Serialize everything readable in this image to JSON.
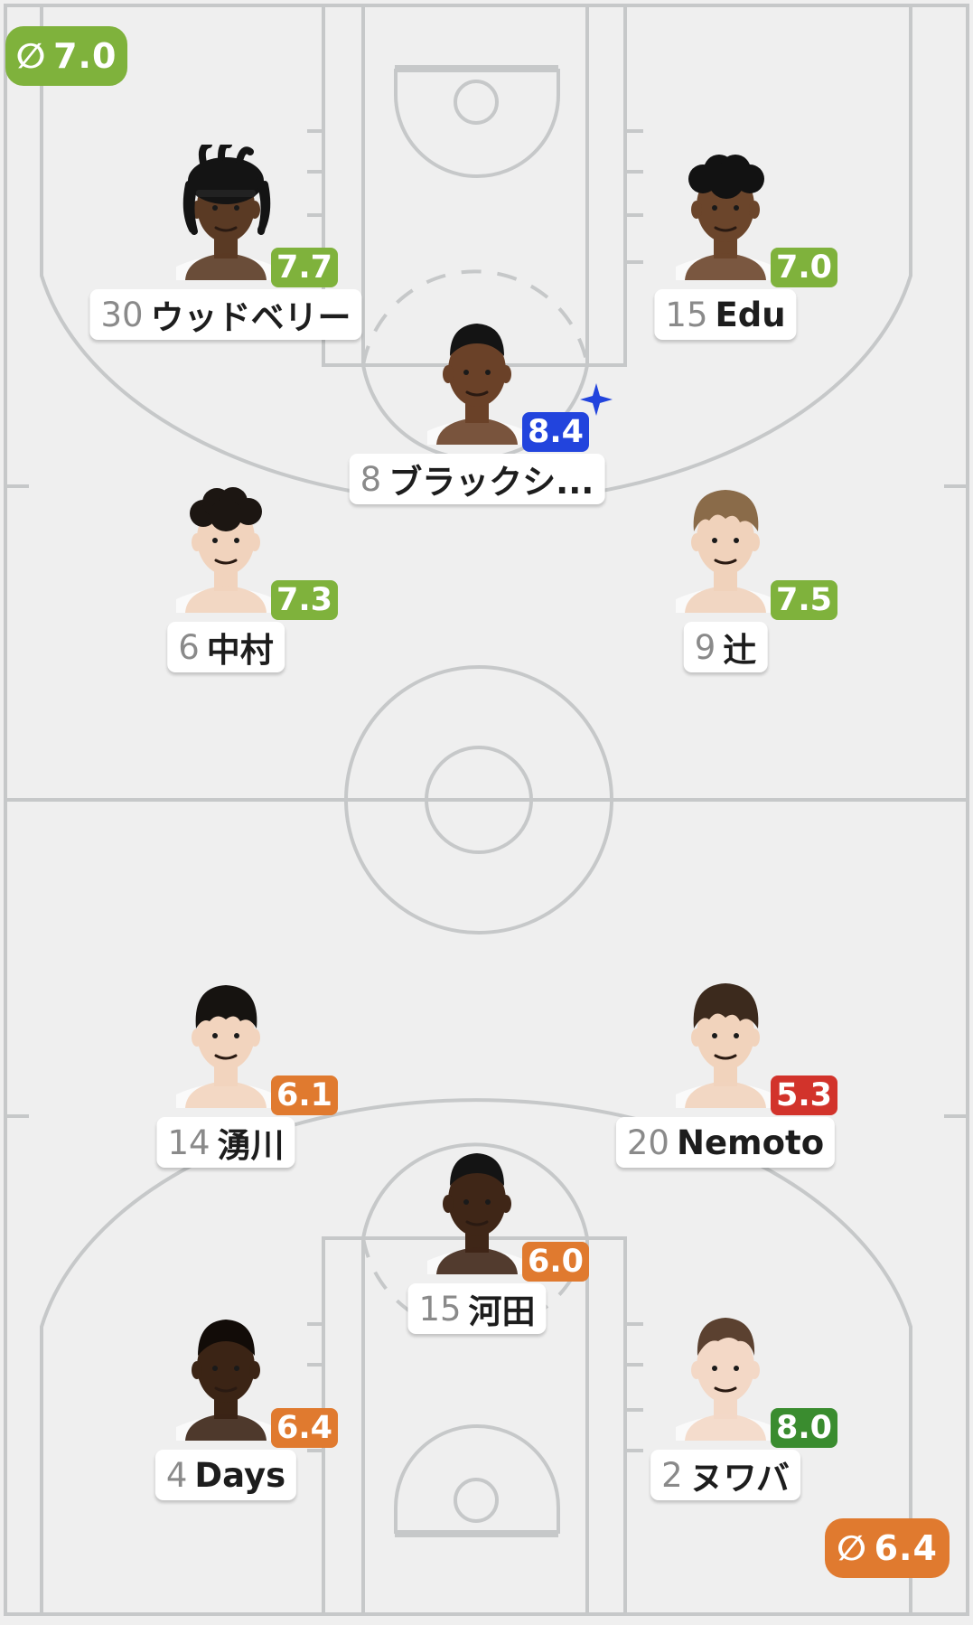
{
  "teams": {
    "top": {
      "avg_symbol": "∅",
      "avg": "7.0",
      "avg_color": "#7fb23c"
    },
    "bottom": {
      "avg_symbol": "∅",
      "avg": "6.4",
      "avg_color": "#e07a2f"
    }
  },
  "players": [
    {
      "number": "30",
      "name": "ウッドベリー",
      "rating": "7.7",
      "rating_color": "#7fb23c",
      "skin": "#5a3a24",
      "hair": "locs-headband"
    },
    {
      "number": "15",
      "name": "Edu",
      "rating": "7.0",
      "rating_color": "#7fb23c",
      "skin": "#6b452b",
      "hair": "curly"
    },
    {
      "number": "8",
      "name": "ブラックシ...",
      "rating": "8.4",
      "rating_color": "#2244dd",
      "skin": "#6a4128",
      "hair": "short",
      "top_player": true
    },
    {
      "number": "6",
      "name": "中村",
      "rating": "7.3",
      "rating_color": "#7fb23c",
      "skin": "#f1d3bd",
      "hair": "curly-dark"
    },
    {
      "number": "9",
      "name": "辻",
      "rating": "7.5",
      "rating_color": "#7fb23c",
      "skin": "#f0d2bb",
      "hair": "fringe-light"
    },
    {
      "number": "14",
      "name": "湧川",
      "rating": "6.1",
      "rating_color": "#e07a2f",
      "skin": "#f2d4be",
      "hair": "fringe-dark"
    },
    {
      "number": "20",
      "name": "Nemoto",
      "rating": "5.3",
      "rating_color": "#d2332b",
      "skin": "#f1d3bc",
      "hair": "fringe-brown"
    },
    {
      "number": "15",
      "name": "河田",
      "rating": "6.0",
      "rating_color": "#e07a2f",
      "skin": "#3f2617",
      "hair": "short"
    },
    {
      "number": "4",
      "name": "Days",
      "rating": "6.4",
      "rating_color": "#e07a2f",
      "skin": "#3b2415",
      "hair": "buzz"
    },
    {
      "number": "2",
      "name": "ヌワバ",
      "rating": "8.0",
      "rating_color": "#3a8c2f",
      "skin": "#f3d8c6",
      "hair": "neat-brown"
    }
  ],
  "colors": {
    "court_bg": "#efefef",
    "court_line": "#c6c8c9",
    "label_number": "#8a8a8a",
    "label_name": "#1d1d1d"
  }
}
